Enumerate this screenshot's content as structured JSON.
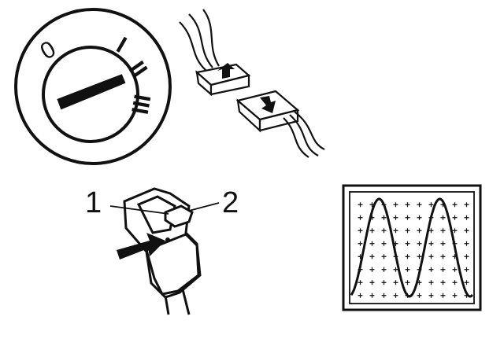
{
  "figure": {
    "ignition_switch": {
      "positions": [
        "0",
        "I",
        "II",
        "III"
      ],
      "key_shape": "key-slot"
    },
    "connector": {
      "arrow_icons": [
        "arrow-up-icon",
        "arrow-down-icon"
      ]
    },
    "sensor": {
      "callout_1": "1",
      "callout_2": "2",
      "pointer_icon": "arrow-right-icon"
    },
    "oscilloscope": {
      "waveform": "sine",
      "cycles": 2
    }
  }
}
